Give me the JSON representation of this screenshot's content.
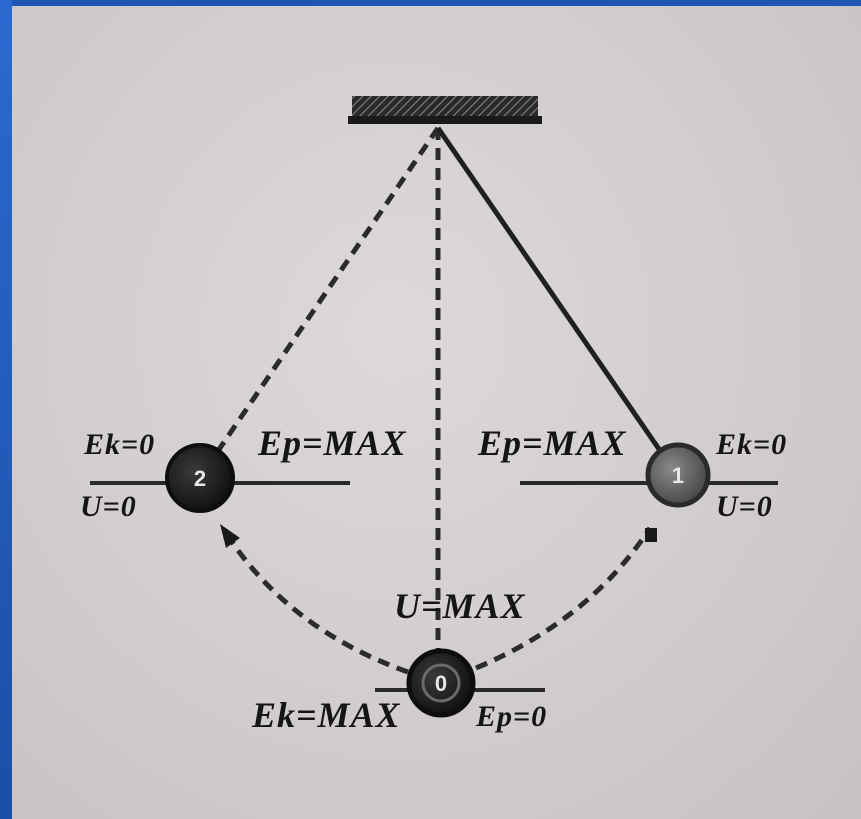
{
  "diagram": {
    "balls": {
      "left": {
        "number": "2"
      },
      "right": {
        "number": "1"
      },
      "bottom": {
        "number": "0"
      }
    },
    "labels": {
      "left_ek": "Ek=0",
      "left_u": "U=0",
      "left_ep": "Ep=MAX",
      "right_ep": "Ep=MAX",
      "right_ek": "Ek=0",
      "right_u": "U=0",
      "bottom_u": "U=MAX",
      "bottom_ek": "Ek=MAX",
      "bottom_ep": "Ep=0"
    },
    "colors": {
      "background": "#d4d0d0",
      "ink": "#151515",
      "ball_dark": "#1c1c1c",
      "ball_gray": "#6e6e6e",
      "frame": "#1f56b3"
    }
  }
}
